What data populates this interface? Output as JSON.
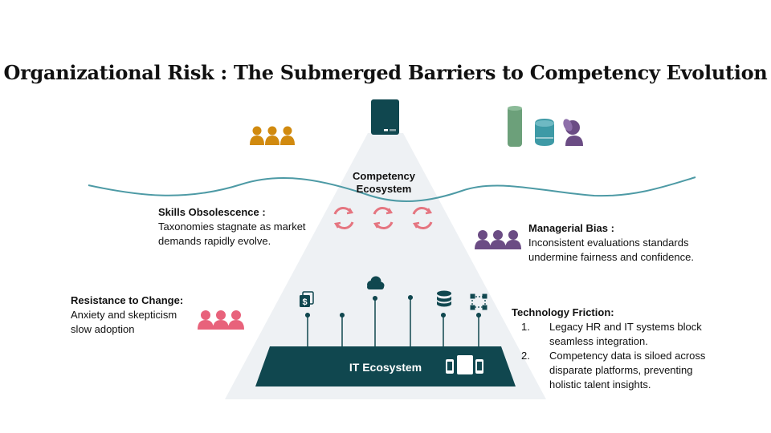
{
  "title": "Organizational Risk : The Submerged Barriers to Competency Evolution",
  "center_label_line1": "Competency",
  "center_label_line2": "Ecosystem",
  "it_ecosystem_label": "IT Ecosystem",
  "skills": {
    "heading": "Skills Obsolescence :",
    "line1": "Taxonomies stagnate as market",
    "line2": "demands rapidly evolve."
  },
  "managerial": {
    "heading": "Managerial Bias :",
    "line1": "Inconsistent evaluations standards",
    "line2": "undermine fairness and confidence."
  },
  "resistance": {
    "heading": "Resistance to Change:",
    "line1": "Anxiety and skepticism",
    "line2": "slow adoption"
  },
  "technology": {
    "heading": "Technology Friction:",
    "items": [
      {
        "num": "1.",
        "line1": "Legacy HR and IT systems block",
        "line2": "seamless integration.",
        "line3": ""
      },
      {
        "num": "2.",
        "line1": "Competency data is siloed across",
        "line2": "disparate platforms, preventing",
        "line3": "holistic talent insights."
      }
    ]
  },
  "colors": {
    "orange": "#D18A0F",
    "purple": "#6B4C84",
    "pink": "#E8627B",
    "teal_dark": "#10474F",
    "teal": "#3E9AA6",
    "green": "#6CA07A",
    "water": "#4D9AA5",
    "pyramid": "#EEF1F4",
    "refresh": "#E57580"
  },
  "icons": {
    "top_people_orange": "people-group-icon",
    "top_device": "tablet-icon",
    "top_smart_devices": "smart-speaker-icon",
    "refresh": "refresh-icon",
    "managerial_people": "people-group-icon",
    "resistance_people": "people-group-icon",
    "cloud": "cloud-icon",
    "dollar": "dollar-document-icon",
    "database": "database-icon",
    "network": "network-nodes-icon",
    "devices": "devices-icon"
  }
}
